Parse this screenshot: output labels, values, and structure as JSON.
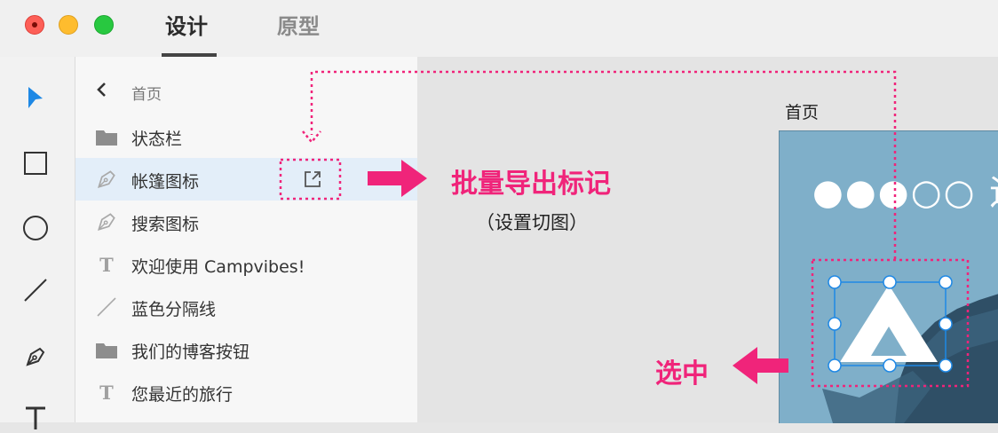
{
  "window": {
    "tabs": [
      {
        "label": "设计",
        "active": true
      },
      {
        "label": "原型",
        "active": false
      }
    ]
  },
  "toolbar": {
    "tools": [
      "select-arrow-icon",
      "rectangle-icon",
      "ellipse-icon",
      "line-icon",
      "pen-icon",
      "text-icon"
    ]
  },
  "layers": {
    "back_label": "首页",
    "items": [
      {
        "label": "状态栏",
        "icon": "folder-icon"
      },
      {
        "label": "帐篷图标",
        "icon": "pen-icon",
        "selected": true
      },
      {
        "label": "搜索图标",
        "icon": "pen-icon"
      },
      {
        "label": "欢迎使用 Campvibes!",
        "icon": "text-icon"
      },
      {
        "label": "蓝色分隔线",
        "icon": "line-icon"
      },
      {
        "label": "我们的博客按钮",
        "icon": "folder-icon"
      },
      {
        "label": "您最近的旅行",
        "icon": "text-icon"
      }
    ]
  },
  "canvas": {
    "artboard_label": "首页",
    "status_text": "●●●○○ 运"
  },
  "annotations": {
    "export_mark": "批量导出标记",
    "export_mark_sub": "（设置切图）",
    "selected": "选中"
  },
  "colors": {
    "accent_pink": "#f0247a",
    "selection_blue": "#1e88e5",
    "tool_active": "#1e88e5"
  }
}
